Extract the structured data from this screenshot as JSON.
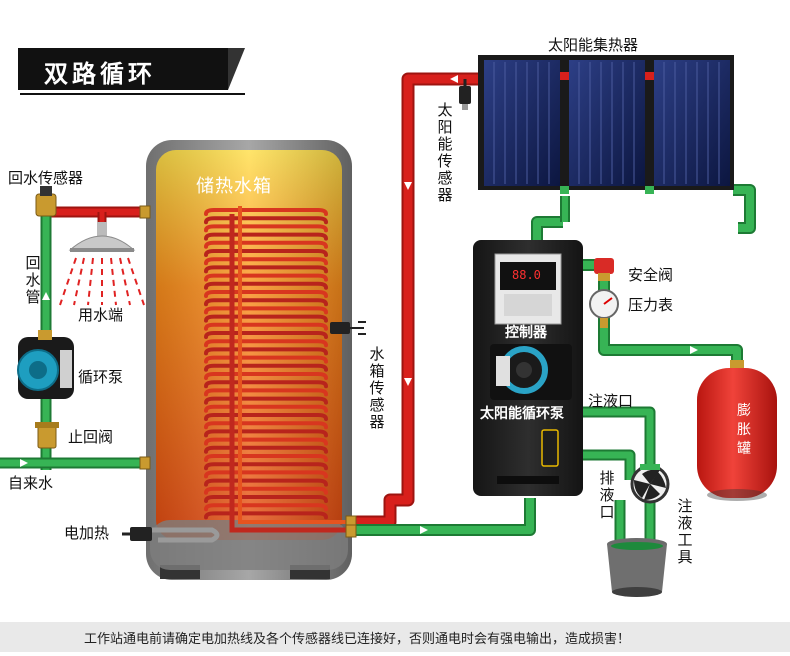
{
  "title": "双路循环",
  "labels": {
    "collector": "太阳能集热器",
    "solar_sensor": "太阳能传感器",
    "return_sensor": "回水传感器",
    "return_pipe": "回水管",
    "shower": "用水端",
    "circ_pump": "循环泵",
    "check_valve": "止回阀",
    "tap_water": "自来水",
    "heater": "电加热",
    "tank": "储热水箱",
    "tank_sensor": "水箱传感器",
    "controller": "控制器",
    "solar_pump": "太阳能循环泵",
    "safety_valve": "安全阀",
    "pressure_gauge": "压力表",
    "expansion": "膨胀罐",
    "fill_port": "注液口",
    "drain_port": "排液口",
    "fill_tool": "注液工具",
    "lcd_reading": "88.0"
  },
  "warning": "工作站通电前请确定电加热线及各个传感器线已连接好，否则通电时会有强电输出，造成损害！",
  "colors": {
    "hot_pipe": "#d8201c",
    "cold_pipe": "#2ea64a",
    "tank_hot": "#f26a16",
    "vessel": "#e52a25",
    "station": "#1c1c1c",
    "panel": "#1a2a66"
  },
  "icons": [
    "warning-icon",
    "shower-head-icon",
    "pump-icon",
    "valve-icon",
    "gauge-icon"
  ]
}
